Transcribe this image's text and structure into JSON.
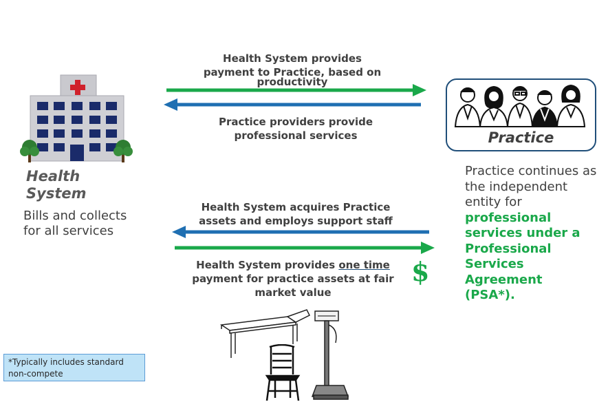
{
  "arrows": {
    "top_right_label": "Health System  provides payment to Practice, based on productivity",
    "top_right_line1": "Health System  provides",
    "top_right_line2": "payment to Practice, based on",
    "top_right_line3": "productivity",
    "top_left_line1": "Practice providers provide",
    "top_left_line2": "professional services",
    "bottom_left_line1": "Health System acquires Practice",
    "bottom_left_line2": "assets and employs support staff",
    "bottom_right_line1_pre": "Health System provides ",
    "bottom_right_line1_underlined": "one time",
    "bottom_right_line2": "payment for practice assets at fair",
    "bottom_right_line3": "market value"
  },
  "health_system": {
    "title_line1": "Health",
    "title_line2": "System",
    "desc_line1": "Bills and collects",
    "desc_line2": "for all services"
  },
  "practice": {
    "label": "Practice",
    "desc_line1": "Practice continues as",
    "desc_line2": "the independent",
    "desc_line3": "entity for",
    "desc_green1": "professional",
    "desc_green2": "services under a",
    "desc_green3": "Professional",
    "desc_green4": "Services",
    "desc_green5": "Agreement",
    "desc_green6": "(PSA*)."
  },
  "dollar_sign": "$",
  "footnote": {
    "line1": "*Typically includes standard",
    "line2": "non-compete"
  },
  "colors": {
    "green_arrow": "#1aa84a",
    "blue_arrow": "#1f6fb2",
    "box_border": "#1f4e79",
    "note_bg": "#bfe3f7"
  },
  "icons": [
    "hospital-icon",
    "doctors-group-icon",
    "exam-table-icon",
    "chair-icon",
    "scale-icon"
  ]
}
